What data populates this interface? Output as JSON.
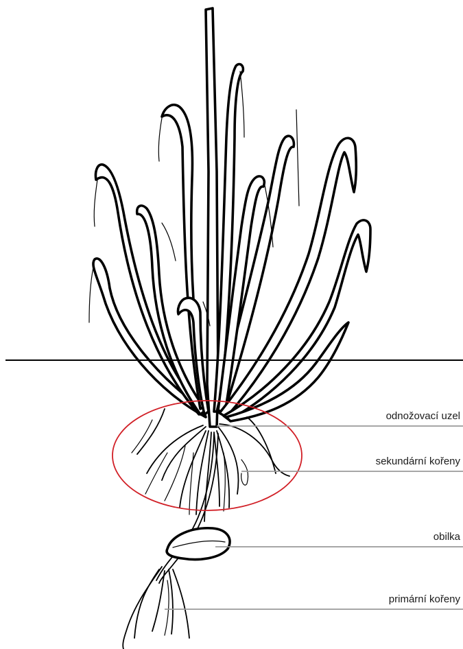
{
  "labels": {
    "tillering_node": "odnožovací uzel",
    "secondary_roots": "sekundární kořeny",
    "grain": "obilka",
    "primary_roots": "primární kořeny"
  },
  "colors": {
    "ground_line": "#000000",
    "leader_line": "#9a9a9a",
    "highlight_ellipse": "#d11f26",
    "plant_outline": "#000000"
  }
}
